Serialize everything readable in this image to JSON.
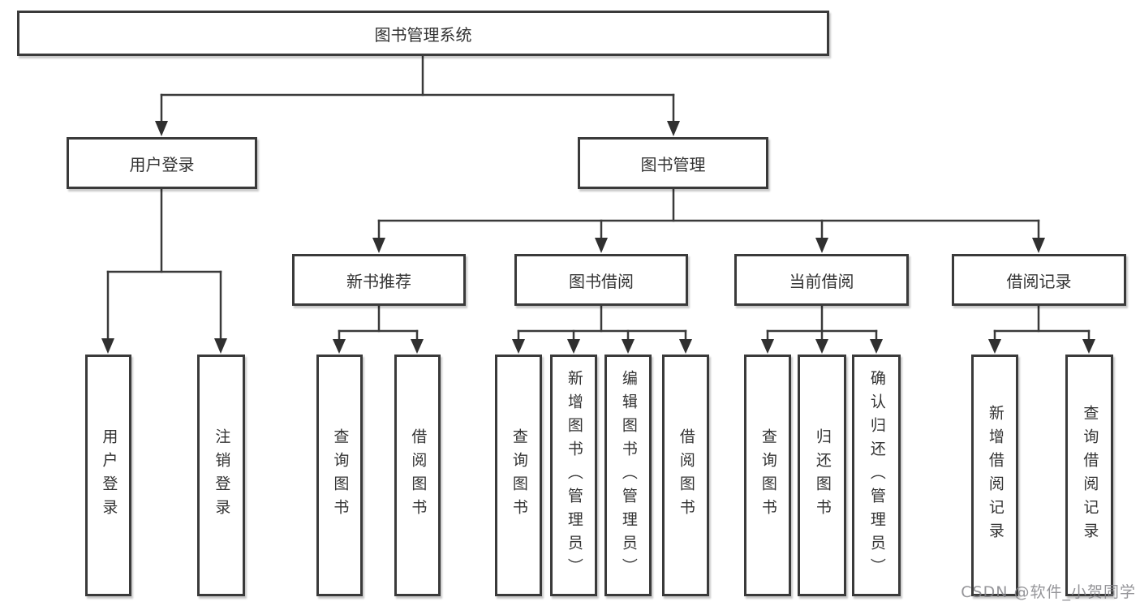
{
  "title_box": "图书管理系统",
  "branches": {
    "user_login": {
      "label": "用户登录",
      "children": [
        "用户登录",
        "注销登录"
      ]
    },
    "book_mgmt": {
      "label": "图书管理",
      "sections": [
        {
          "label": "新书推荐",
          "children": [
            "查询图书",
            "借阅图书"
          ]
        },
        {
          "label": "图书借阅",
          "children": [
            "查询图书",
            "新增图书（管理员）",
            "编辑图书（管理员）",
            "借阅图书"
          ]
        },
        {
          "label": "当前借阅",
          "children": [
            "查询图书",
            "归还图书",
            "确认归还（管理员）"
          ]
        },
        {
          "label": "借阅记录",
          "children": [
            "新增借阅记录",
            "查询借阅记录"
          ]
        }
      ]
    }
  },
  "watermark": "CSDN @软件_小贺同学",
  "colors": {
    "line": "#3a3a3a",
    "box_border": "#3a3a3a",
    "text": "#333333",
    "background": "#ffffff",
    "watermark": "#85858a"
  }
}
